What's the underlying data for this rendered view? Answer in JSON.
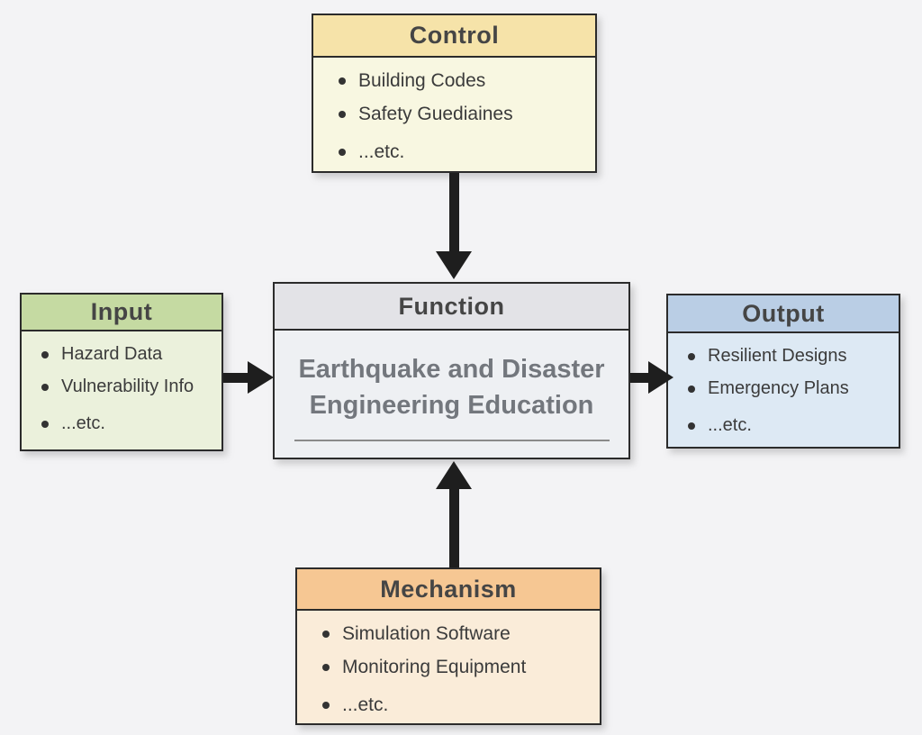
{
  "diagram": {
    "type": "idef0-function-diagram",
    "nodes": {
      "control": {
        "title": "Control",
        "items": [
          "Building Codes",
          "Safety Guediaines",
          "...etc."
        ],
        "role": "control"
      },
      "input": {
        "title": "Input",
        "items": [
          "Hazard Data",
          "Vulnerability Info",
          "...etc."
        ],
        "role": "input"
      },
      "function": {
        "title": "Function",
        "body_line1": "Earthquake and Disaster",
        "body_line2": "Engineering Education",
        "role": "function"
      },
      "output": {
        "title": "Output",
        "items": [
          "Resilient Designs",
          "Emergency Plans",
          "...etc."
        ],
        "role": "output"
      },
      "mechanism": {
        "title": "Mechanism",
        "items": [
          "Simulation Software",
          "Monitoring Equipment",
          "...etc."
        ],
        "role": "mechanism"
      }
    },
    "edges": [
      {
        "from": "control",
        "to": "function",
        "direction": "down"
      },
      {
        "from": "input",
        "to": "function",
        "direction": "right"
      },
      {
        "from": "function",
        "to": "output",
        "direction": "right"
      },
      {
        "from": "mechanism",
        "to": "function",
        "direction": "up"
      }
    ],
    "colors": {
      "background": "#f3f3f5",
      "control_header": "#f6e3a9",
      "control_body": "#f8f7e1",
      "input_header": "#c5daa2",
      "input_body": "#ebf1dc",
      "function_header": "#e3e3e7",
      "function_body": "#eef0f3",
      "output_header": "#bacee5",
      "output_body": "#dde9f4",
      "mechanism_header": "#f6c793",
      "mechanism_body": "#faecd9",
      "border": "#2b2b2b",
      "arrow": "#1e1e1e",
      "title_text": "#454545",
      "bullet_text": "#3b3b3b",
      "function_text": "#73777d"
    }
  }
}
